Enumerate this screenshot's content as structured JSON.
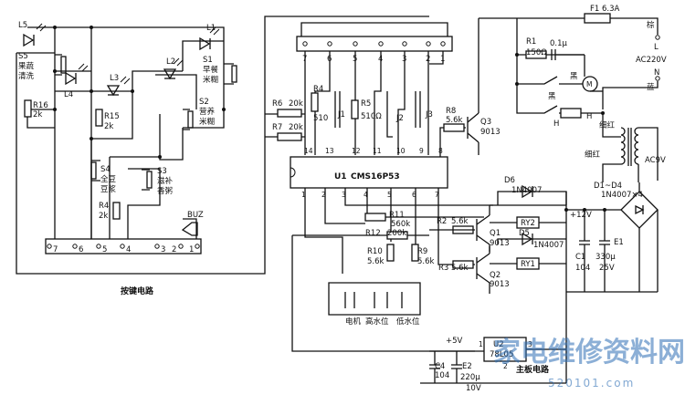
{
  "keypad": {
    "caption": "按键电路",
    "pins": [
      "7",
      "6",
      "5",
      "4",
      "3",
      "2",
      "1"
    ],
    "buzzer": "BUZ",
    "leds": [
      "L5",
      "L4",
      "L3",
      "L2",
      "L1"
    ],
    "switches": [
      {
        "ref": "S5",
        "func": "果蔬",
        "func2": "清洗"
      },
      {
        "ref": "S1",
        "func": "早餐",
        "func2": "米糊"
      },
      {
        "ref": "S2",
        "func": "营养",
        "func2": "米糊"
      },
      {
        "ref": "S4",
        "func": "全豆",
        "func2": "豆浆"
      },
      {
        "ref": "S3",
        "func": "滋补",
        "func2": "香粥"
      }
    ],
    "resistors": [
      {
        "ref": "R16",
        "val": "2k"
      },
      {
        "ref": "R15",
        "val": "2k"
      },
      {
        "ref": "R4",
        "val": "2k"
      }
    ]
  },
  "mcu": {
    "ref": "U1",
    "part": "CMS16P53",
    "top_pins": [
      "14",
      "13",
      "12",
      "11",
      "10",
      "9",
      "8"
    ],
    "bottom_pins": [
      "1",
      "2",
      "3",
      "4",
      "5",
      "6",
      "7"
    ],
    "connector_pins": [
      "7",
      "6",
      "5",
      "4",
      "3",
      "2",
      "1"
    ],
    "jumpers": [
      "J1",
      "J2",
      "J3"
    ]
  },
  "resistors": [
    {
      "ref": "R6",
      "val": "20k"
    },
    {
      "ref": "R7",
      "val": "20k"
    },
    {
      "ref": "R4",
      "val": "510"
    },
    {
      "ref": "R5",
      "val": "510Ω"
    },
    {
      "ref": "R8",
      "val": "5.6k"
    },
    {
      "ref": "R11",
      "val": "560k"
    },
    {
      "ref": "R12",
      "val": "200k"
    },
    {
      "ref": "R10",
      "val": "5.6k"
    },
    {
      "ref": "R9",
      "val": "5.6k"
    },
    {
      "ref": "R2",
      "val": "5.6k"
    },
    {
      "ref": "R3",
      "val": "5.6k"
    },
    {
      "ref": "R1",
      "val": "150Ω"
    }
  ],
  "transistors": [
    {
      "ref": "Q3",
      "part": "9013"
    },
    {
      "ref": "Q1",
      "part": "9013"
    },
    {
      "ref": "Q2",
      "part": "9013"
    }
  ],
  "diodes": [
    {
      "ref": "D6",
      "part": "1N4007"
    },
    {
      "ref": "D5",
      "part": "1N4007"
    },
    {
      "ref": "bridge",
      "text": "D1~D4",
      "part": "1N4007×4"
    }
  ],
  "relays": [
    "RY2",
    "RY1"
  ],
  "power": {
    "v12": "+12V",
    "v5": "+5V",
    "fuse": "F1  6.3A",
    "live": "棕",
    "live_l": "L",
    "mains": "AC220V",
    "neutral_n": "N",
    "neutral": "蓝",
    "c1": "C1",
    "c1_val": "104",
    "e1": "E1",
    "e1_val": "330μ",
    "e1_v": "25V",
    "ac9v": "AC9V",
    "transformer_leads": [
      "细红",
      "细红"
    ],
    "cap": "0.1μ",
    "motor": "M",
    "black_a": "黑",
    "black_b": "黑",
    "heater": "H",
    "heater2": "H"
  },
  "regulator": {
    "ref": "U2",
    "part": "78L05",
    "pin1": "1",
    "pin2": "2",
    "pin3": "3",
    "c4": "C4",
    "c4_val": "104",
    "e2": "E2",
    "e2_val": "220μ",
    "e2_v": "10V"
  },
  "connector": {
    "labels": [
      "电机",
      "高水位",
      "低水位"
    ]
  },
  "captions": {
    "main": "主板电路"
  },
  "watermark": {
    "title": "家电维修资料网",
    "url": "520101.com"
  }
}
